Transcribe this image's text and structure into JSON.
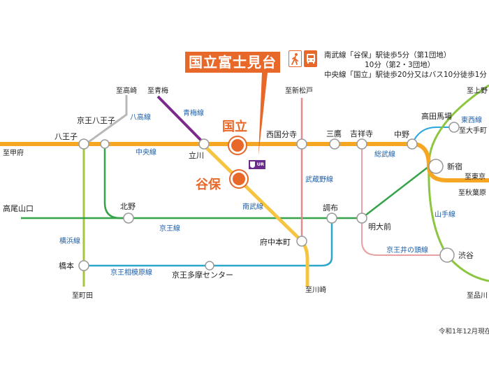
{
  "callout": {
    "label": "国立富士見台"
  },
  "access": {
    "line1": "南武線「谷保」駅徒歩5分（第1団地）",
    "line2": "10分（第2・3団地）",
    "line3": "中央線「国立」駅徒歩20分又はバス10分徒歩1分",
    "icons": [
      "walk-icon",
      "bus-icon"
    ]
  },
  "ur_logo": {
    "text": "UR"
  },
  "date_note": "令和1年12月現在",
  "highlight_stations": {
    "kunitachi": "国立",
    "yaho": "谷保"
  },
  "stations": {
    "hachioji": "八王子",
    "keio_hachioji": "京王八王子",
    "tachikawa": "立川",
    "nishikokubunji": "西国分寺",
    "mitaka": "三鷹",
    "kichijoji": "吉祥寺",
    "nakano": "中野",
    "shinjuku": "新宿",
    "takadanobaba": "高田馬場",
    "shibuya": "渋谷",
    "kitano": "北野",
    "chofu": "調布",
    "meidaimae": "明大前",
    "fuchuhonmachi": "府中本町",
    "hashimoto": "橋本",
    "keio_tama_center": "京王多摩センター",
    "takaoyamaguchi": "高尾山口"
  },
  "lines": {
    "hachiko": "八高線",
    "ome": "青梅線",
    "chuo": "中央線",
    "sobu": "総武線",
    "musashino": "武蔵野線",
    "nambu": "南武線",
    "keio": "京王線",
    "yokohama": "横浜線",
    "keio_sagamihara": "京王相模原線",
    "keio_inokashira": "京王井の頭線",
    "yamanote": "山手線",
    "tozai": "東西線"
  },
  "destinations": {
    "kofu": "至甲府",
    "takasaki": "至高崎",
    "ome": "至青梅",
    "shinmatsudo": "至新松戸",
    "ueno": "至上野",
    "otemachi": "至大手町",
    "tokyo": "至東京",
    "akihabara": "至秋葉原",
    "kawasaki": "至川崎",
    "machida": "至町田",
    "shinagawa": "至品川"
  },
  "colors": {
    "chuo": "#f5a623",
    "nambu": "#f5c542",
    "ome": "#7b2a8c",
    "keio": "#36a34a",
    "hachiko": "#b8b8b8",
    "yokohama": "#a6c640",
    "musashino": "#e88a8a",
    "keio_sagamihara": "#2aa7c9",
    "keio_inokashira": "#e8a0a0",
    "yamanote": "#8cc63f",
    "tozai": "#29a9e0",
    "highlight": "#e8682a",
    "ur": "#6a2c8c"
  }
}
